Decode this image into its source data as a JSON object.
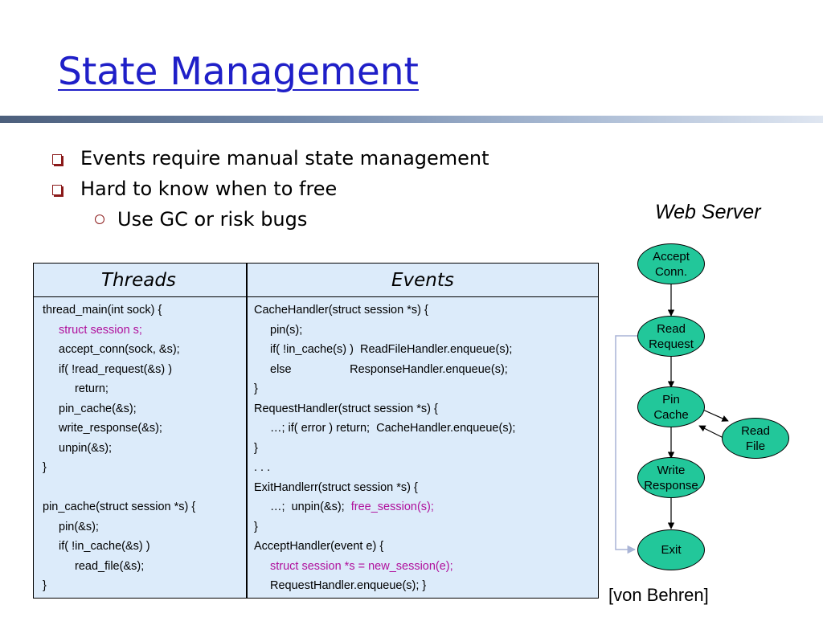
{
  "title": "State Management",
  "bullets": [
    "Events require manual state management",
    "Hard to know when to free"
  ],
  "sub_bullets": [
    "Use GC or risk bugs"
  ],
  "table": {
    "threads_header": "Threads",
    "events_header": "Events",
    "threads_code": [
      {
        "text": "thread_main(int sock) {",
        "indent": 0,
        "highlight": false
      },
      {
        "text": "struct session s;",
        "indent": 1,
        "highlight": true
      },
      {
        "text": "accept_conn(sock, &s);",
        "indent": 1,
        "highlight": false
      },
      {
        "text": "if( !read_request(&s) )",
        "indent": 1,
        "highlight": false
      },
      {
        "text": "return;",
        "indent": 2,
        "highlight": false
      },
      {
        "text": "pin_cache(&s);",
        "indent": 1,
        "highlight": false
      },
      {
        "text": "write_response(&s);",
        "indent": 1,
        "highlight": false
      },
      {
        "text": "unpin(&s);",
        "indent": 1,
        "highlight": false
      },
      {
        "text": "}",
        "indent": 0,
        "highlight": false
      },
      {
        "text": "",
        "indent": 0,
        "highlight": false
      },
      {
        "text": "pin_cache(struct session *s) {",
        "indent": 0,
        "highlight": false
      },
      {
        "text": "pin(&s);",
        "indent": 1,
        "highlight": false
      },
      {
        "text": "if( !in_cache(&s) )",
        "indent": 1,
        "highlight": false
      },
      {
        "text": "read_file(&s);",
        "indent": 2,
        "highlight": false
      },
      {
        "text": "}",
        "indent": 0,
        "highlight": false
      }
    ],
    "events_code": [
      {
        "text": "CacheHandler(struct session *s) {",
        "indent": 0,
        "highlight": false
      },
      {
        "text": "pin(s);",
        "indent": 1,
        "highlight": false
      },
      {
        "text": "if( !in_cache(s) )  ReadFileHandler.enqueue(s);",
        "indent": 1,
        "highlight": false
      },
      {
        "text": "else                  ResponseHandler.enqueue(s);",
        "indent": 1,
        "highlight": false
      },
      {
        "text": "}",
        "indent": 0,
        "highlight": false
      },
      {
        "text": "RequestHandler(struct session *s) {",
        "indent": 0,
        "highlight": false
      },
      {
        "text": "…; if( error ) return;  CacheHandler.enqueue(s);",
        "indent": 1,
        "highlight": false
      },
      {
        "text": "}",
        "indent": 0,
        "highlight": false
      },
      {
        "text": ". . .",
        "indent": 0,
        "highlight": false
      },
      {
        "text": "ExitHandlerr(struct session *s) {",
        "indent": 0,
        "highlight": false
      },
      {
        "text": "…;  unpin(&s);  ",
        "indent": 1,
        "highlight": false,
        "tail": "free_session(s);"
      },
      {
        "text": "}",
        "indent": 0,
        "highlight": false
      },
      {
        "text": "AcceptHandler(event e) {",
        "indent": 0,
        "highlight": false
      },
      {
        "text": "struct session *s = new_session(e);",
        "indent": 1,
        "highlight": true
      },
      {
        "text": "RequestHandler.enqueue(s); }",
        "indent": 1,
        "highlight": false
      }
    ]
  },
  "diagram": {
    "title": "Web Server",
    "nodes": {
      "accept": "Accept\nConn.",
      "read_request": "Read\nRequest",
      "pin_cache": "Pin\nCache",
      "read_file": "Read\nFile",
      "write_response": "Write\nResponse",
      "exit": "Exit"
    },
    "node_color": "#22c79a"
  },
  "citation": "[von Behren]",
  "colors": {
    "title": "#1f1fc8",
    "bullet_marker": "#8b1a1a",
    "table_bg": "#dcebfa",
    "highlight_code": "#b0109c"
  }
}
